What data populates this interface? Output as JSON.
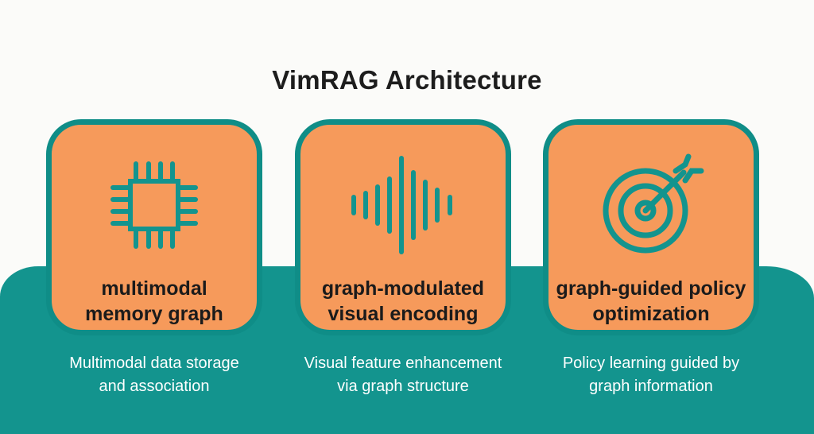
{
  "title": "VimRAG Architecture",
  "colors": {
    "teal": "#13948e",
    "card_border": "#0f8d87",
    "card_fill": "#f69a5b",
    "background": "#fbfbf9"
  },
  "cards": [
    {
      "icon": "chip-icon",
      "label_line1": "multimodal",
      "label_line2": "memory graph",
      "desc_line1": "Multimodal data storage",
      "desc_line2": "and association"
    },
    {
      "icon": "waveform-icon",
      "label_line1": "graph-modulated",
      "label_line2": "visual encoding",
      "desc_line1": "Visual feature enhancement",
      "desc_line2": "via graph structure"
    },
    {
      "icon": "target-arrow-icon",
      "label_line1": "graph-guided policy",
      "label_line2": "optimization",
      "desc_line1": "Policy learning guided by",
      "desc_line2": "graph information"
    }
  ]
}
